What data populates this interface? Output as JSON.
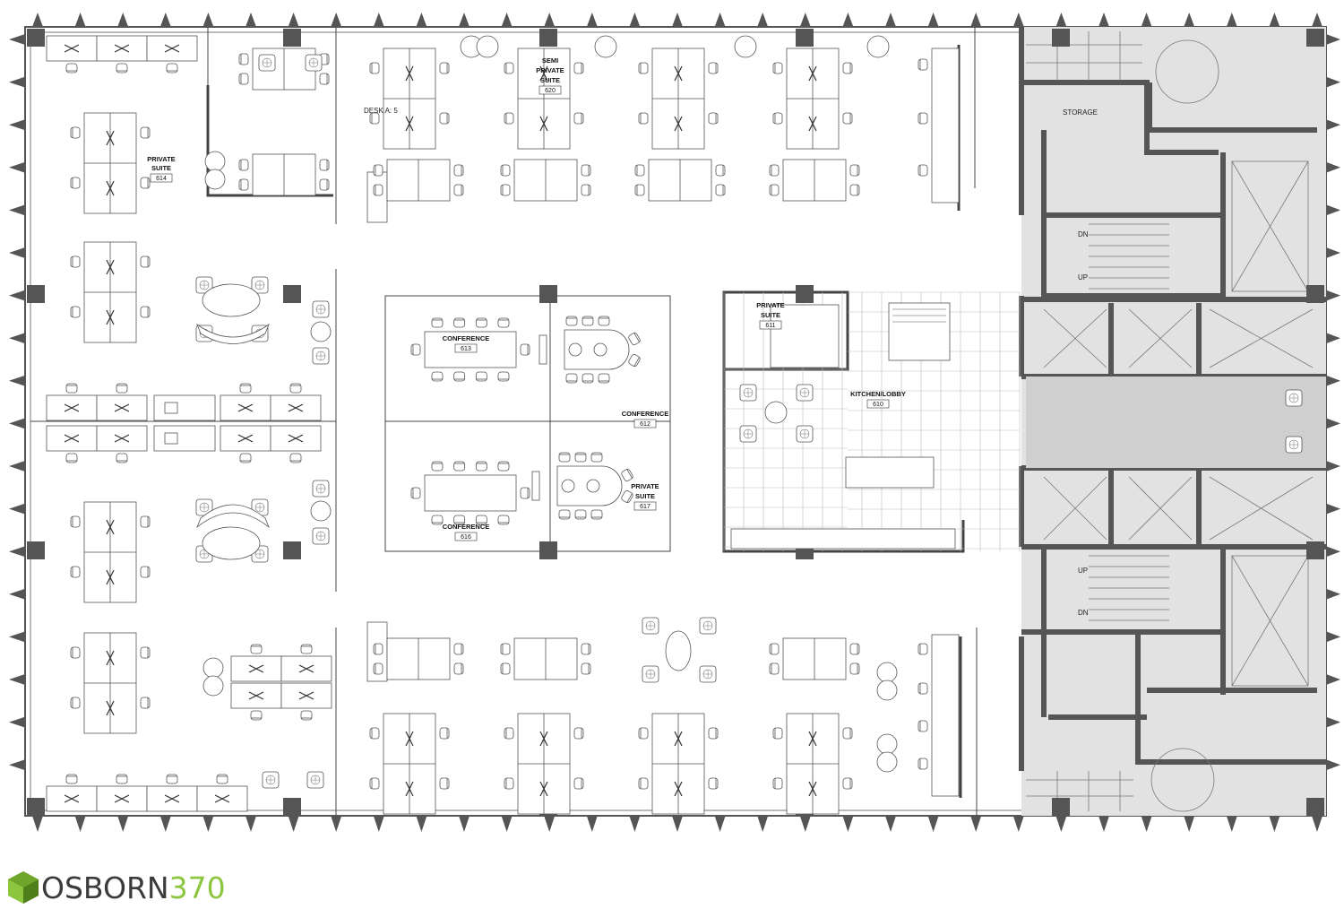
{
  "logo": {
    "part1": "OSBORN",
    "part2": "370",
    "color_dark": "#3b3b3b",
    "color_green": "#8cc63f"
  },
  "rooms": {
    "private_suite_614": {
      "name_line1": "PRIVATE",
      "name_line2": "SUITE",
      "number": "614"
    },
    "semi_private_620": {
      "name_line1": "SEMI",
      "name_line2": "PRIVATE",
      "name_line3": "SUITE",
      "number": "620"
    },
    "desk_note": "DESK A: 5",
    "conference_613": {
      "name": "CONFERENCE",
      "number": "613"
    },
    "conference_612": {
      "name": "CONFERENCE",
      "number": "612"
    },
    "conference_616": {
      "name": "CONFERENCE",
      "number": "616"
    },
    "private_suite_617": {
      "name_line1": "PRIVATE",
      "name_line2": "SUITE",
      "number": "617"
    },
    "private_suite_611": {
      "name_line1": "PRIVATE",
      "name_line2": "SUITE",
      "number": "611"
    },
    "kitchen_lobby_610": {
      "name": "KITCHEN/LOBBY",
      "number": "610"
    },
    "storage": {
      "name": "STORAGE"
    },
    "stairs": {
      "north_dn": "DN",
      "north_up": "UP",
      "south_up": "UP",
      "south_dn": "DN"
    }
  },
  "colors": {
    "core_fill": "#dcdcdc",
    "column": "#555555",
    "wall": "#555555",
    "line": "#444444"
  }
}
